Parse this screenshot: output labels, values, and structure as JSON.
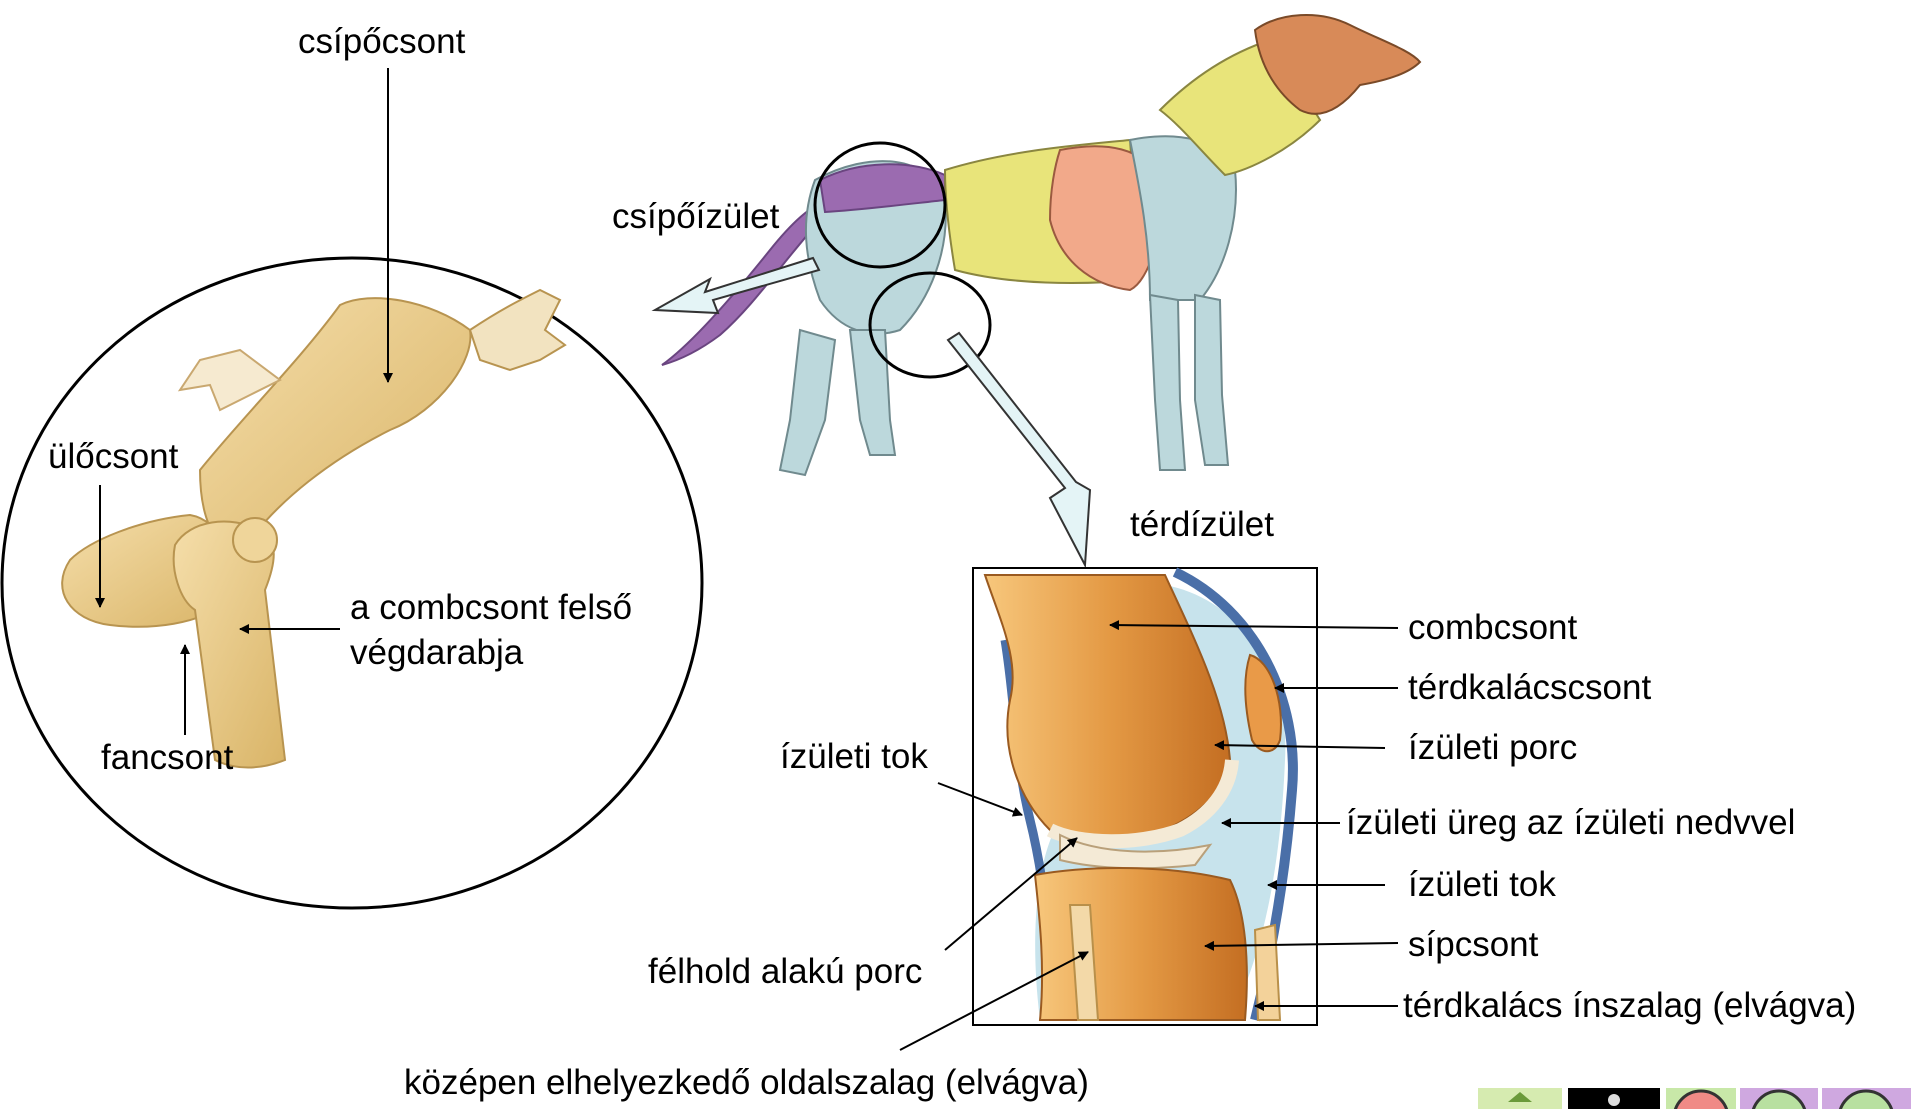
{
  "hip": {
    "ilium_label": "csípőcsont",
    "ischium_label": "ülőcsont",
    "pubis_label": "fancsont",
    "femur_head_label_line1": "a combcsont felső",
    "femur_head_label_line2": "végdarabja"
  },
  "dog": {
    "hip_joint_label": "csípőízület",
    "knee_joint_label": "térdízület"
  },
  "knee": {
    "femur_label": "combcsont",
    "patella_label": "térdkalácscsont",
    "cartilage_label": "ízületi porc",
    "cavity_label": "ízületi üreg az ízületi nedvvel",
    "capsule_right_label": "ízületi tok",
    "tibia_label": "sípcsont",
    "patellar_ligament_label": "térdkalács ínszalag (elvágva)",
    "capsule_left_label": "ízületi tok",
    "meniscus_label": "félhold alakú porc",
    "collateral_ligament_label": "középen elhelyezkedő oldalszalag (elvágva)"
  },
  "colors": {
    "bone": "#e8c77f",
    "dog_yellow": "#e8e47a",
    "dog_blue": "#bcd8dc",
    "dog_salmon": "#f2a98a",
    "dog_purple": "#9b6bb0",
    "dog_head": "#d88a58",
    "arrow_fill": "#e4f4f6"
  },
  "nav": {
    "icons": [
      "home-icon",
      "profile-icon",
      "previous-icon",
      "help-icon",
      "next-icon"
    ]
  }
}
